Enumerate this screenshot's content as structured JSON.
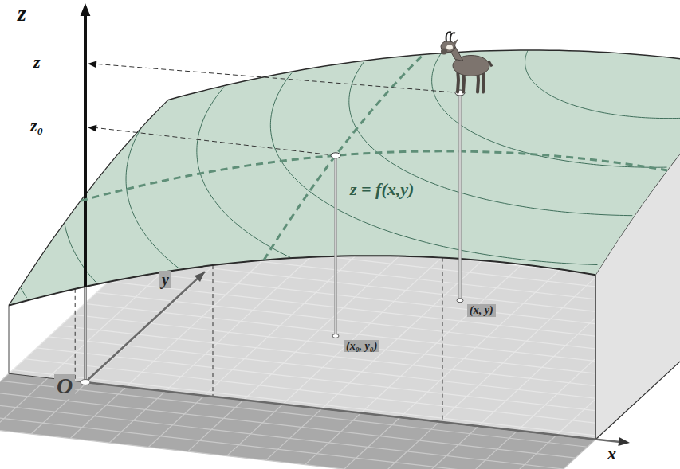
{
  "diagram": {
    "labels": [
      "z",
      "z",
      "z₀",
      "z = f(x,y)",
      "y",
      "(x₀, y₀)",
      "(x, y)",
      "O",
      "x"
    ]
  }
}
